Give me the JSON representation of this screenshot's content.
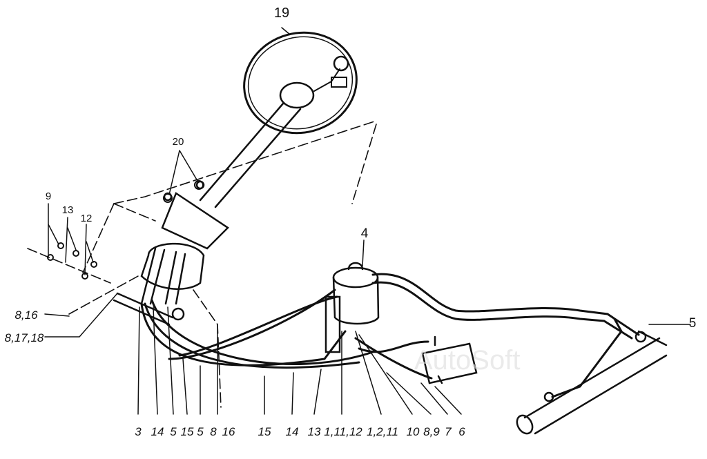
{
  "diagram": {
    "watermark": "AutoSoft",
    "callouts": {
      "top": [
        "19",
        "20",
        "4",
        "5",
        "9",
        "13",
        "12"
      ],
      "left": [
        "8,16",
        "8,17,18"
      ],
      "bottom": [
        "3",
        "14",
        "5",
        "15",
        "5",
        "8",
        "16",
        "15",
        "14",
        "13",
        "1,11,12",
        "1,2,11",
        "10",
        "8,9",
        "7",
        "6"
      ]
    }
  }
}
